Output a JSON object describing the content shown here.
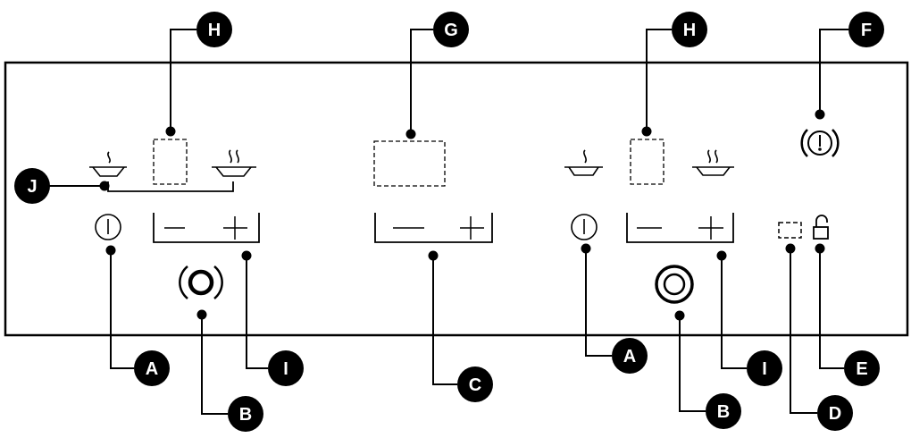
{
  "callouts": {
    "A": "A",
    "B": "B",
    "C": "C",
    "D": "D",
    "E": "E",
    "F": "F",
    "G": "G",
    "H": "H",
    "I": "I",
    "J": "J"
  },
  "icons": {
    "power": "power-icon",
    "lock": "padlock-open-icon",
    "timer": "timer-icon",
    "pan_low": "pan-low-heat-icon",
    "pan_high": "pan-high-heat-icon",
    "zone_single": "cooking-zone-single-icon",
    "zone_dual": "cooking-zone-dual-icon",
    "display": "digit-display-icon"
  },
  "colors": {
    "line": "#000000",
    "badge": "#000000",
    "badge_text": "#ffffff",
    "background": "#ffffff"
  }
}
